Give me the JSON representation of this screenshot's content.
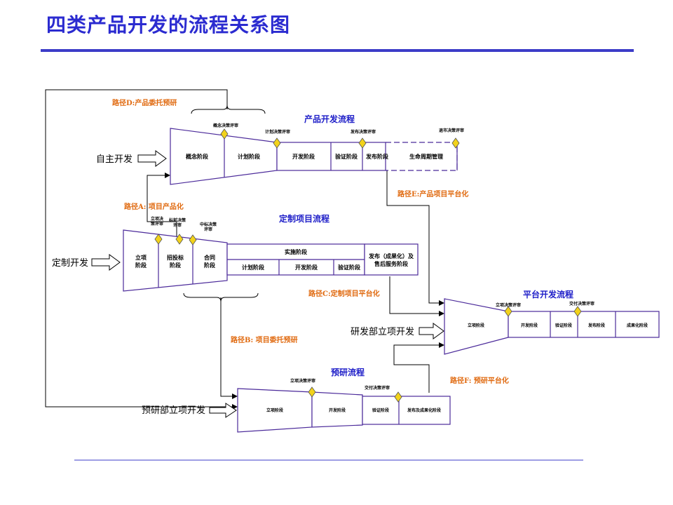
{
  "title": "四类产品开发的流程关系图",
  "colors": {
    "title": "#2b2bd0",
    "rule": "#3c3cc8",
    "flow_outline": "#4b2a9a",
    "gate": "#f2d21b",
    "path_label": "#e06a10",
    "flow_title": "#1e1ec8"
  },
  "entries": {
    "self": "自主开发",
    "custom": "定制开发",
    "rnd_dept": "研发部立项开发",
    "preres_dept": "预研部立项开发"
  },
  "paths": {
    "A": "路径A: 项目产品化",
    "B": "路径B: 项目委托预研",
    "C": "路径C:定制项目平台化",
    "D": "路径D:产品委托预研",
    "E": "路径E:产品项目平台化",
    "F": "路径F: 预研平台化"
  },
  "product": {
    "title": "产品开发流程",
    "phases": [
      "概念阶段",
      "计划阶段",
      "开发阶段",
      "验证阶段",
      "发布阶段",
      "生命周期管理"
    ],
    "gates": [
      "概念决策评审",
      "计划决策评审",
      "发布决策评审",
      "退市决策评审"
    ]
  },
  "custom": {
    "title": "定制项目流程",
    "phases": [
      "立项阶段",
      "招投标阶段",
      "合同阶段"
    ],
    "impl": "实施阶段",
    "sub": [
      "计划阶段",
      "开发阶段",
      "验证阶段"
    ],
    "release": "发布（成果化）及售后服务阶段",
    "gates": [
      "立项决策评审",
      "标前决策评审",
      "中标决策评审"
    ]
  },
  "platform": {
    "title": "平台开发流程",
    "phases": [
      "立项阶段",
      "开发阶段",
      "验证阶段",
      "发布阶段",
      "成果化阶段"
    ],
    "gates": [
      "立项决策评审",
      "交付决策评审"
    ]
  },
  "preresearch": {
    "title": "预研流程",
    "phases": [
      "立项阶段",
      "开发阶段",
      "验证阶段",
      "发布及成果化阶段"
    ],
    "gates": [
      "立项决策评审",
      "交付决策评审"
    ]
  }
}
